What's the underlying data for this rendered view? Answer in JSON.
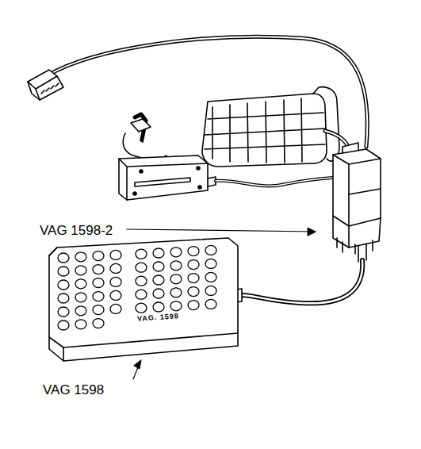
{
  "diagram": {
    "labels": [
      "VAG 1598-2",
      "VAG 1598",
      "VAG. 1598"
    ]
  }
}
